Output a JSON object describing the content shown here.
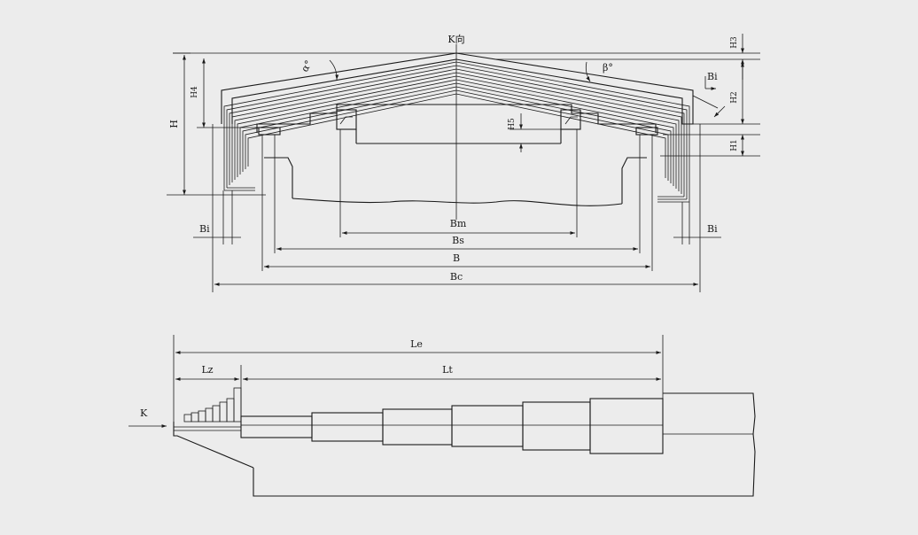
{
  "colors": {
    "background": "#ececec",
    "line": "#1a1a1a"
  },
  "cross_section": {
    "view_label": "K向",
    "alpha_label": "α°",
    "beta_label": "β°",
    "labels": {
      "H": "H",
      "H1": "H1",
      "H2": "H2",
      "H3": "H3",
      "H4": "H4",
      "H5": "H5",
      "Bi_left": "Bi",
      "Bi_right": "Bi",
      "Bi_top": "Bi",
      "Bm": "Bm",
      "Bs": "Bs",
      "B": "B",
      "Bc": "Bc"
    }
  },
  "side_view": {
    "labels": {
      "Le": "Le",
      "Lz": "Lz",
      "Lt": "Lt",
      "K": "K"
    }
  }
}
